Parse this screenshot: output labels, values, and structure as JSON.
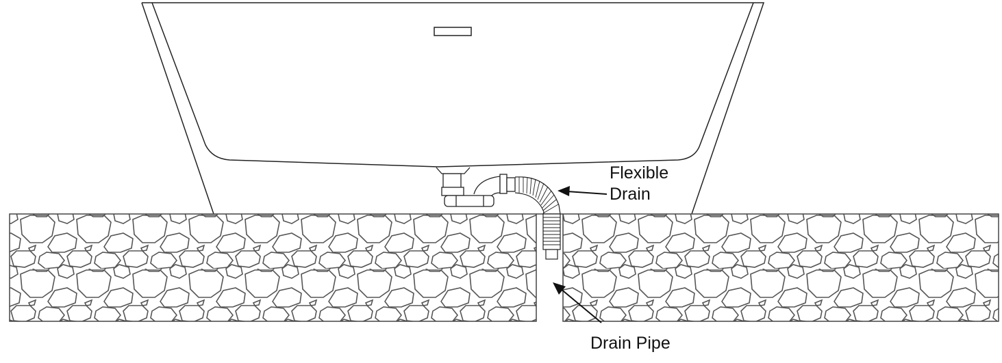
{
  "labels": {
    "flexible_drain_line1": "Flexible",
    "flexible_drain_line2": "Drain",
    "drain_pipe": "Drain Pipe"
  },
  "colors": {
    "line": "#222222",
    "stone": "#555555",
    "background": "#ffffff"
  }
}
